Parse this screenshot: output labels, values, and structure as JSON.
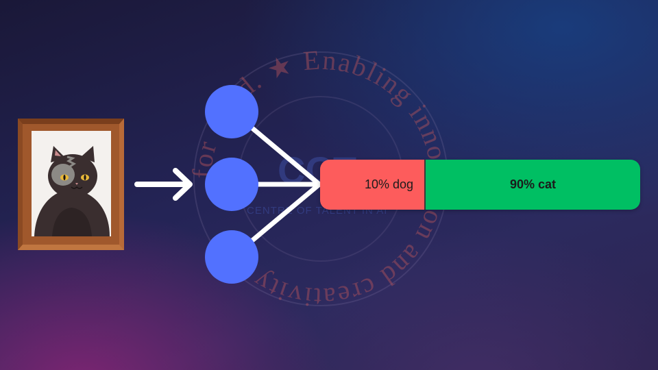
{
  "watermark": {
    "ring_text": "for good. ★ Enabling innovation and creativity",
    "logo_text": "CCT",
    "center_text": "CENTRE OF TALENT IN AI"
  },
  "diagram": {
    "input_label": "",
    "output": [
      {
        "label": "10% dog",
        "color": "#fd5c5c",
        "share": 0.1
      },
      {
        "label": "90% cat",
        "color": "#00bf63",
        "share": 0.9
      }
    ],
    "node_color": "#5271ff",
    "connector_color": "#ffffff"
  },
  "icons": [
    "cat-portrait-icon",
    "arrow-right-icon",
    "neural-node-icon"
  ]
}
